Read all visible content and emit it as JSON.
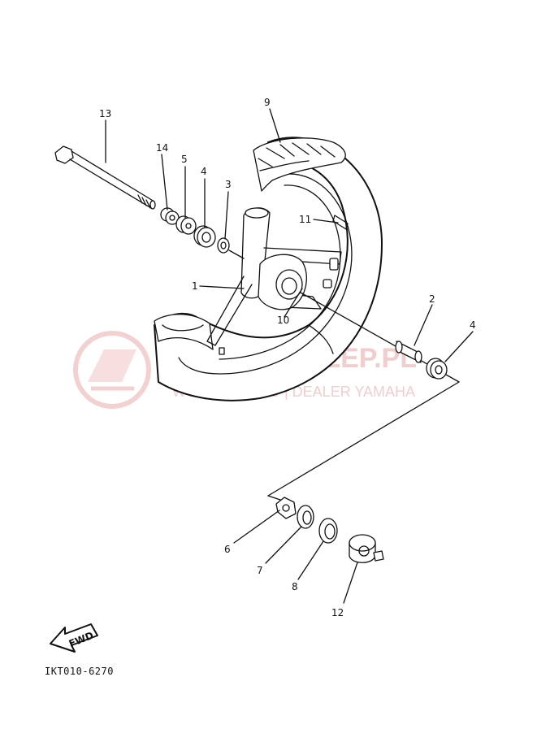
{
  "diagram": {
    "parts": [
      {
        "key": "p1",
        "label": "1"
      },
      {
        "key": "p2",
        "label": "2"
      },
      {
        "key": "p3",
        "label": "3"
      },
      {
        "key": "p4a",
        "label": "4"
      },
      {
        "key": "p4b",
        "label": "4"
      },
      {
        "key": "p5",
        "label": "5"
      },
      {
        "key": "p6",
        "label": "6"
      },
      {
        "key": "p7",
        "label": "7"
      },
      {
        "key": "p8",
        "label": "8"
      },
      {
        "key": "p9",
        "label": "9"
      },
      {
        "key": "p10",
        "label": "10"
      },
      {
        "key": "p11",
        "label": "11"
      },
      {
        "key": "p12",
        "label": "12"
      },
      {
        "key": "p13",
        "label": "13"
      },
      {
        "key": "p14",
        "label": "14"
      }
    ],
    "fwd_label": "FWD",
    "diagram_code": "IKT010-6270"
  },
  "watermark": {
    "line1": "YAMAHASKLEP.PL",
    "line2": "WOJDAT MOTO | DEALER YAMAHA",
    "color": "#e8a5a5"
  }
}
